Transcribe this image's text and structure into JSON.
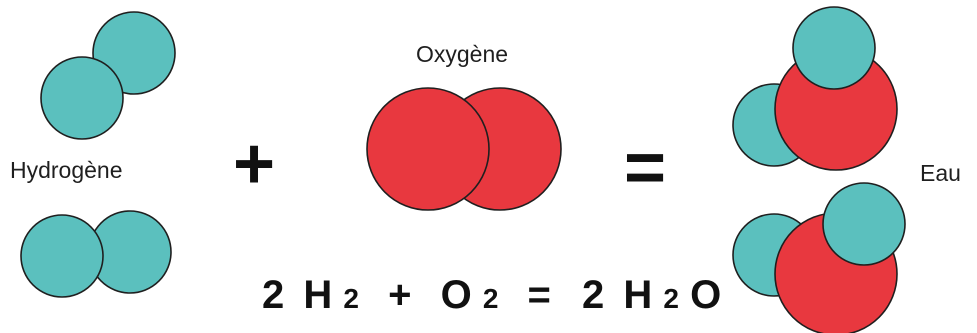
{
  "labels": {
    "hydrogen": "Hydrogène",
    "oxygen": "Oxygène",
    "water": "Eau"
  },
  "symbols": {
    "plus": "+",
    "equals": "="
  },
  "equation": {
    "h2_coefficient": "2",
    "h2_element": "H",
    "h2_subscript": "2",
    "plus": "+",
    "o2_element": "O",
    "o2_subscript": "2",
    "equals": "=",
    "h2o_coefficient": "2",
    "h2o_element_h": "H",
    "h2o_subscript": "2",
    "h2o_element_o": "O"
  },
  "colors": {
    "hydrogen_atom": "#5bc0be",
    "oxygen_atom": "#e8383f",
    "outline": "#1f1f1f",
    "symbol": "#111111"
  }
}
